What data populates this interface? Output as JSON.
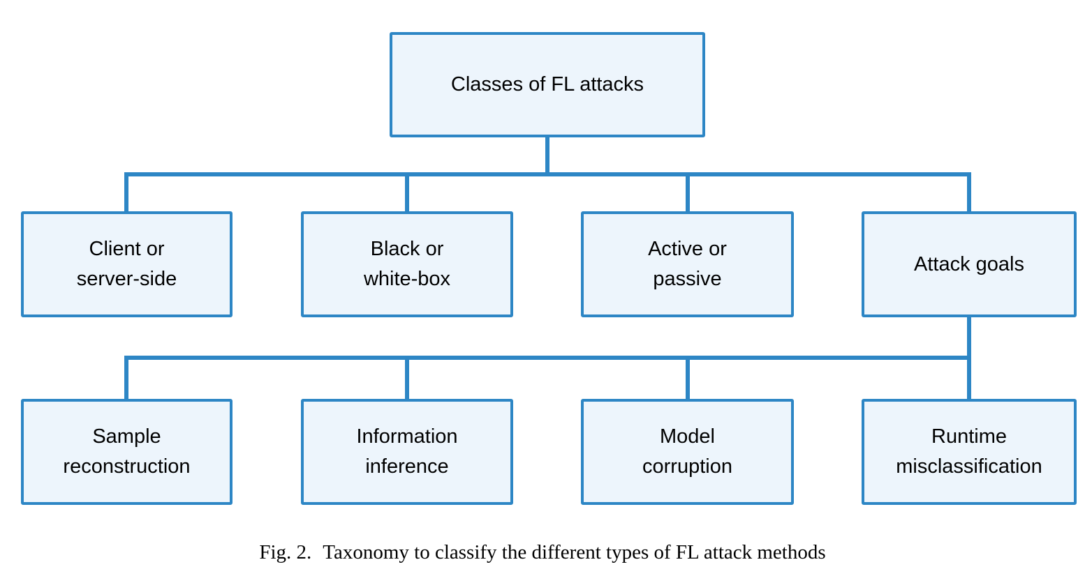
{
  "diagram": {
    "root_label": "Classes of FL attacks",
    "level1": [
      {
        "label": "Client or\nserver-side"
      },
      {
        "label": "Black or\nwhite-box"
      },
      {
        "label": "Active or\npassive"
      },
      {
        "label": "Attack goals"
      }
    ],
    "level2": [
      {
        "label": "Sample\nreconstruction"
      },
      {
        "label": "Information\ninference"
      },
      {
        "label": "Model\ncorruption"
      },
      {
        "label": "Runtime\nmisclassification"
      }
    ],
    "colors": {
      "node_fill": "#edf5fc",
      "node_border": "#2d86c5",
      "connector": "#2d86c5",
      "text": "#000000"
    }
  },
  "caption": {
    "label": "Fig. 2.",
    "text": "Taxonomy to classify the different types of FL attack methods"
  }
}
